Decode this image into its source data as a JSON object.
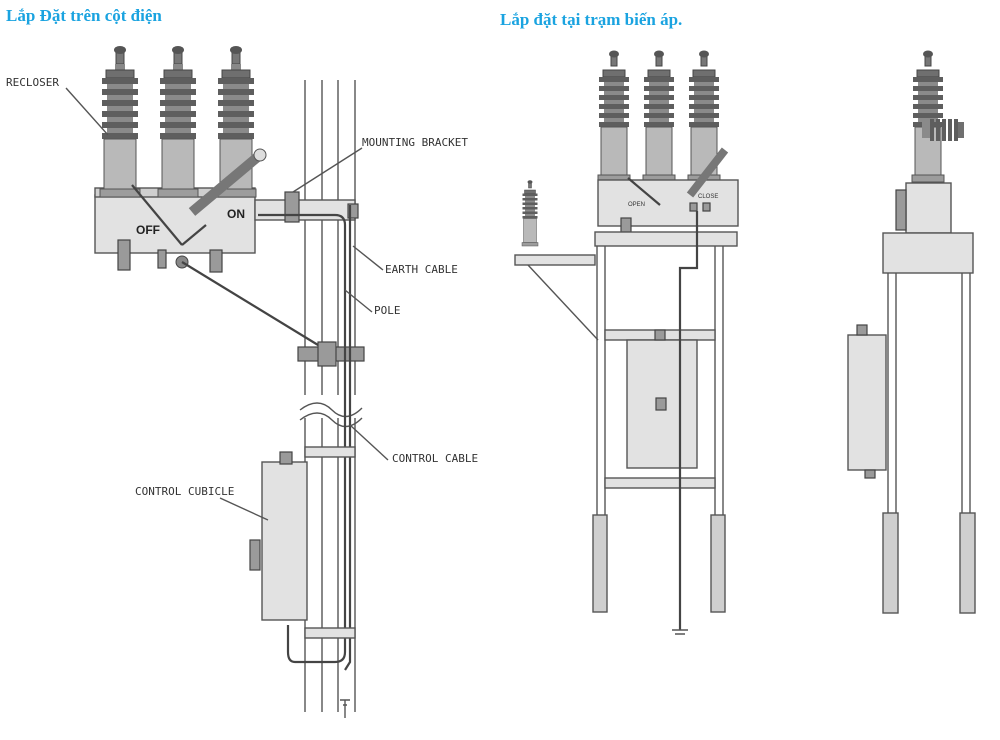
{
  "headings": {
    "left": "Lắp Đặt trên cột điện",
    "right": "Lắp đặt tại trạm biến áp."
  },
  "labels": {
    "recloser": "RECLOSER",
    "mounting_bracket": "MOUNTING BRACKET",
    "earth_cable": "EARTH CABLE",
    "pole": "POLE",
    "control_cable": "CONTROL CABLE",
    "control_cubicle": "CONTROL CUBICLE",
    "off": "OFF",
    "on": "ON",
    "open": "OPEN",
    "close": "CLOSE"
  },
  "colors": {
    "heading": "#1aa3e0",
    "line": "#555555"
  }
}
